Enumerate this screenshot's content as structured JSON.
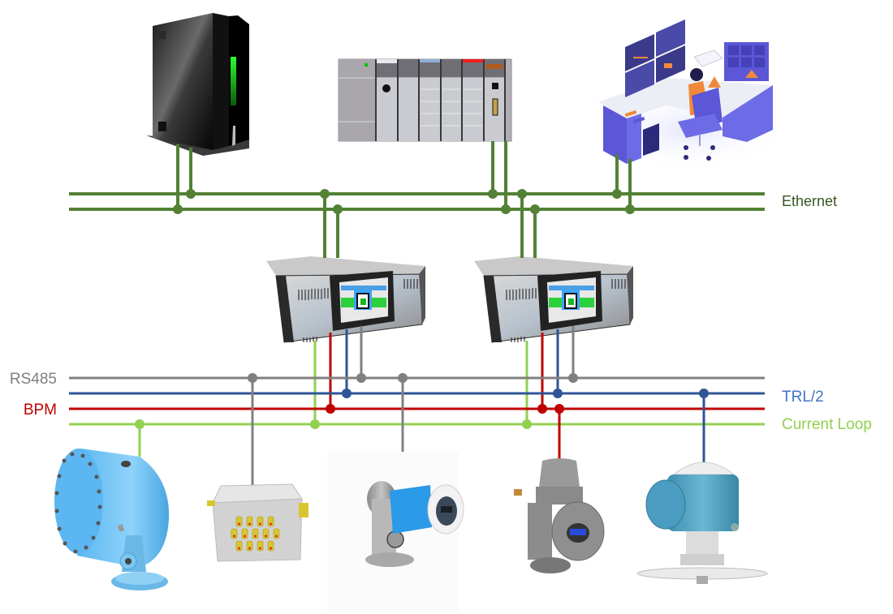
{
  "title": "Network topology: Ethernet and field buses",
  "colors": {
    "ethernet": "#538135",
    "rs485": "#808080",
    "trl2": "#2f5597",
    "bpm": "#c00000",
    "current_loop": "#92d050"
  },
  "buses": {
    "ethernet": {
      "label": "Ethernet"
    },
    "rs485": {
      "label": "RS485"
    },
    "trl2": {
      "label": "TRL/2"
    },
    "bpm": {
      "label": "BPM"
    },
    "current_loop": {
      "label": "Current Loop"
    }
  },
  "devices": {
    "top": [
      {
        "name": "server",
        "icon": "server-tower-icon"
      },
      {
        "name": "plc",
        "icon": "plc-rack-icon"
      },
      {
        "name": "operator-workstation",
        "icon": "operator-workstation-icon"
      }
    ],
    "gateways": [
      {
        "name": "gateway-1",
        "icon": "rack-gateway-icon"
      },
      {
        "name": "gateway-2",
        "icon": "rack-gateway-icon"
      }
    ],
    "field": [
      {
        "name": "servo-tank-gauge",
        "icon": "tank-gauge-icon",
        "bus": "current_loop"
      },
      {
        "name": "junction-box",
        "icon": "junction-box-icon",
        "bus": "rs485"
      },
      {
        "name": "flow-transmitter",
        "icon": "flow-transmitter-icon",
        "bus": "rs485"
      },
      {
        "name": "servo-gauge",
        "icon": "servo-gauge-icon",
        "bus": "bpm"
      },
      {
        "name": "radar-level-gauge",
        "icon": "radar-gauge-icon",
        "bus": "trl2"
      }
    ]
  }
}
